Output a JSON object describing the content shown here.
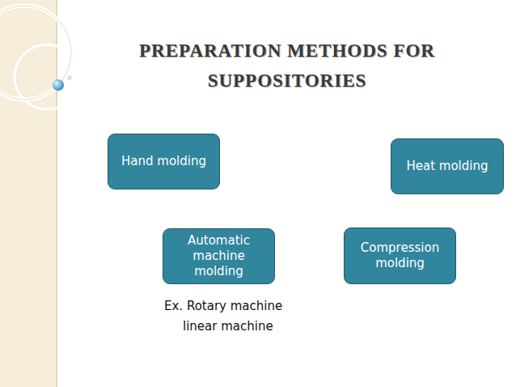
{
  "diagram": {
    "title": "PREPARATION METHODS FOR SUPPOSITORIES",
    "nodes": [
      {
        "text": [
          "Hand molding"
        ]
      },
      {
        "text": [
          "Heat molding"
        ]
      },
      {
        "text": [
          "Automatic machine molding"
        ]
      },
      {
        "text": [
          "Compression molding"
        ]
      }
    ],
    "labels": [
      "Ex. Rotary machine",
      "linear machine"
    ]
  }
}
